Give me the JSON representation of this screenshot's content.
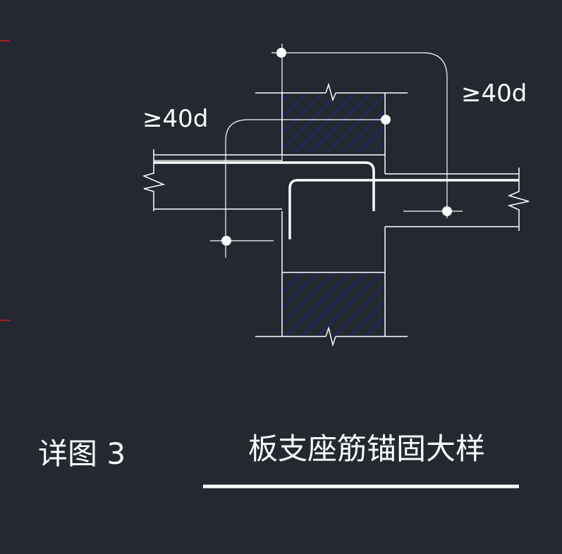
{
  "colors": {
    "background": "#232831",
    "linework": "#ffffff",
    "hatch": "#1a2bd1",
    "axis_marker": "#d21e1e"
  },
  "annotations": {
    "dim_left": "≥40d",
    "dim_right": "≥40d"
  },
  "labels": {
    "detail_label": "详图 3",
    "detail_title": "板支座筋锚固大样"
  }
}
